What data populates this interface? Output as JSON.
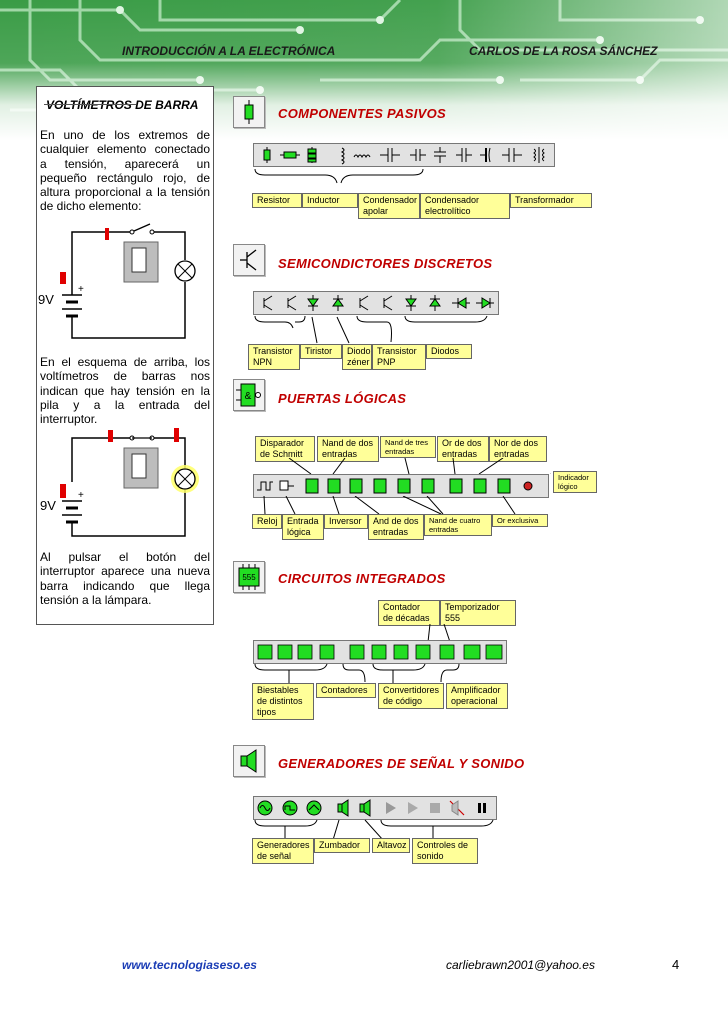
{
  "header": {
    "left_title": "INTRODUCCIÓN A LA ELECTRÓNICA",
    "right_title": "CARLOS DE LA ROSA SÁNCHEZ"
  },
  "sidebar": {
    "title": "VOLTÍMETROS DE BARRA",
    "para1": "En uno de los extremos de cualquier elemento conectado a tensión, aparecerá un pequeño rectángulo rojo, de altura proporcional a la tensión de dicho elemento:",
    "para2": "En el esquema de arriba, los voltímetros de barras nos indican que hay tensión en la pila y a la entrada del interruptor.",
    "para3": "Al pulsar el botón del interruptor aparece una nueva barra indicando que llega tensión a la lámpara.",
    "battery_label": "9V",
    "battery_label_2": "9V"
  },
  "sections": {
    "pasivos": {
      "title": "COMPONENTES PASIVOS",
      "labels": [
        "Resistor",
        "Inductor",
        "Condensador\napolar",
        "Condensador\nelectrolítico",
        "Transformador"
      ]
    },
    "semis": {
      "title": "SEMICONDICTORES DISCRETOS",
      "labels": [
        "Transistor\nNPN",
        "Tiristor",
        "Diodo\nzéner",
        "Transistor\nPNP",
        "Diodos"
      ]
    },
    "puertas": {
      "title": "PUERTAS LÓGICAS",
      "icon_text": "&",
      "top_labels": [
        "Disparador\nde Schmitt",
        "Nand de dos\nentradas",
        "Nand de tres\nentradas",
        "Or de dos\nentradas",
        "Nor de dos\nentradas"
      ],
      "side_label": "Indicador\nlógico",
      "bottom_labels": [
        "Reloj",
        "Entrada\nlógica",
        "Inversor",
        "And de dos\nentradas",
        "Nand de cuatro\nentradas",
        "Or exclusiva"
      ]
    },
    "integrados": {
      "title": "CIRCUITOS INTEGRADOS",
      "icon_text": "555",
      "top_labels": [
        "Contador\nde décadas",
        "Temporizador\n555"
      ],
      "bottom_labels": [
        "Biestables\nde distintos\ntipos",
        "Contadores",
        "Convertidores\nde código",
        "Amplificador\noperacional"
      ]
    },
    "generadores": {
      "title": "GENERADORES DE SEÑAL Y SONIDO",
      "labels": [
        "Generadores\nde señal",
        "Zumbador",
        "Altavoz",
        "Controles de\nsonido"
      ]
    }
  },
  "footer": {
    "website": "www.tecnologiaseso.es",
    "email": "carliebrawn2001@yahoo.es",
    "page_number": "4"
  },
  "colors": {
    "section_title": "#c00000",
    "label_bg": "#ffff99",
    "component_green": "#22dd22",
    "header_green": "#3c9a3c"
  }
}
